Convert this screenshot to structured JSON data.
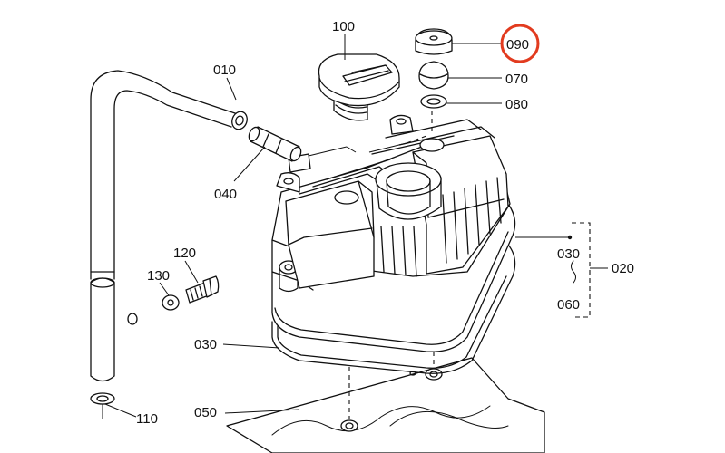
{
  "labels": {
    "p010": "010",
    "p020": "020",
    "p030_top": "030",
    "p030_bottom": "030",
    "p040": "040",
    "p050": "050",
    "p060": "060",
    "p070": "070",
    "p080": "080",
    "p090": "090",
    "p100": "100",
    "p110": "110",
    "p120": "120",
    "p130": "130"
  },
  "colors": {
    "ink": "#111111",
    "highlight": "#e23b1f",
    "background": "#ffffff"
  },
  "highlighted_part": "090"
}
